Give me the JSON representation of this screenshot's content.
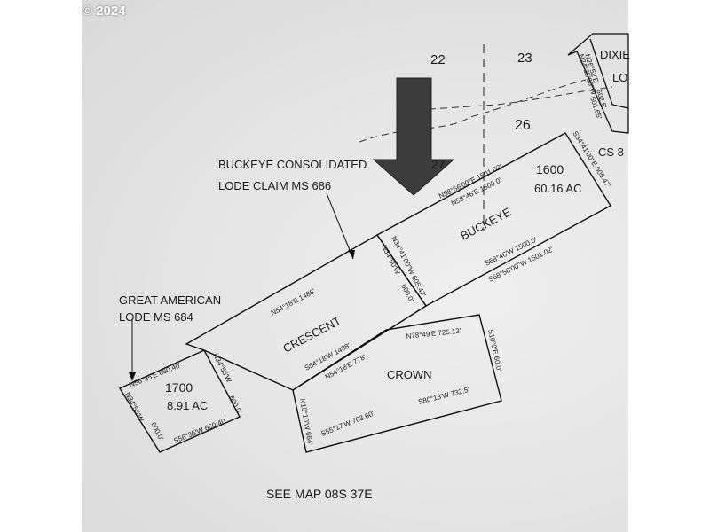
{
  "copyright": "© 2024",
  "sections": {
    "s22": "22",
    "s23": "23",
    "s26": "26",
    "s27": "27"
  },
  "top_right": {
    "dixie": "DIXIE",
    "lo": "LO",
    "cs": "CS 8",
    "b1": "N26°52'E",
    "b2": "602.6'",
    "b3": "N24°35'00\"W",
    "b4": "601.65'"
  },
  "buckeye_note": {
    "line1": "BUCKEYE CONSOLIDATED",
    "line2": "LODE  CLAIM  MS  686"
  },
  "great_american": {
    "line1": "GREAT AMERICAN",
    "line2": "LODE  MS  684"
  },
  "parcel_1600": {
    "number": "1600",
    "acres": "60.16 AC"
  },
  "parcel_1700": {
    "number": "1700",
    "acres": "8.91 AC"
  },
  "claims": {
    "buckeye": "BUCKEYE",
    "crescent": "CRESCENT",
    "crown": "CROWN"
  },
  "bearings": {
    "b01": "N58°56'00\"E  1501.02'",
    "b02": "N58°46'E  1500.0'",
    "b03": "S34°41'00\"E 605.47'",
    "b04": "S58°46'W  1500.0'",
    "b05": "S58°56'00\"W  1501.02'",
    "b06": "N34°41'00\"W  605.47'",
    "b07": "N34°50'W",
    "b08": "600.0'",
    "b09": "N54°18'E  1488'",
    "b10": "N56°35'E  660.40'",
    "b11": "N34°56'W",
    "b12": "600.0'",
    "b13": "N34°56'W",
    "b14": "600.0'",
    "b15": "S56°35'W  660.40'",
    "b16": "S54°18'W  1488'",
    "b17": "N54°18'E  778'",
    "b18": "N78°49'E  725.13'",
    "b19": "S10°0'E  60.0'",
    "b20": "S80°13'W  732.5'",
    "b21": "N10°10'W  664'",
    "b22": "S55°17'W  763.60'"
  },
  "footer": "SEE MAP 08S 37E"
}
